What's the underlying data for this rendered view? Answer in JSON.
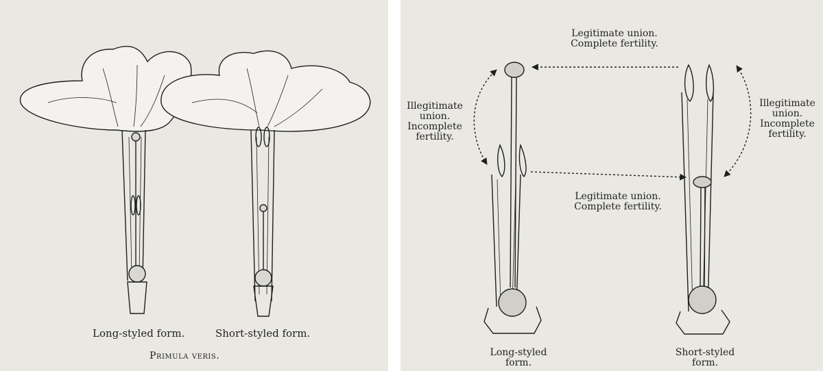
{
  "left_figure": {
    "caption_long": "Long-styled form.",
    "caption_short": "Short-styled form.",
    "species_title": "Primula veris."
  },
  "right_figure": {
    "legitimate_top": [
      "Legitimate union.",
      "Complete fertility."
    ],
    "legitimate_bottom": [
      "Legitimate union.",
      "Complete fertility."
    ],
    "illegitimate_left": [
      "Illegitimate",
      "union.",
      "Incomplete",
      "fertility."
    ],
    "illegitimate_right": [
      "Illegitimate",
      "union.",
      "Incomplete",
      "fertility."
    ],
    "label_long": [
      "Long-styled",
      "form."
    ],
    "label_short": [
      "Short-styled",
      "form."
    ]
  },
  "colors": {
    "paper": "#e9e8e3",
    "ink": "#1e1e1e"
  }
}
